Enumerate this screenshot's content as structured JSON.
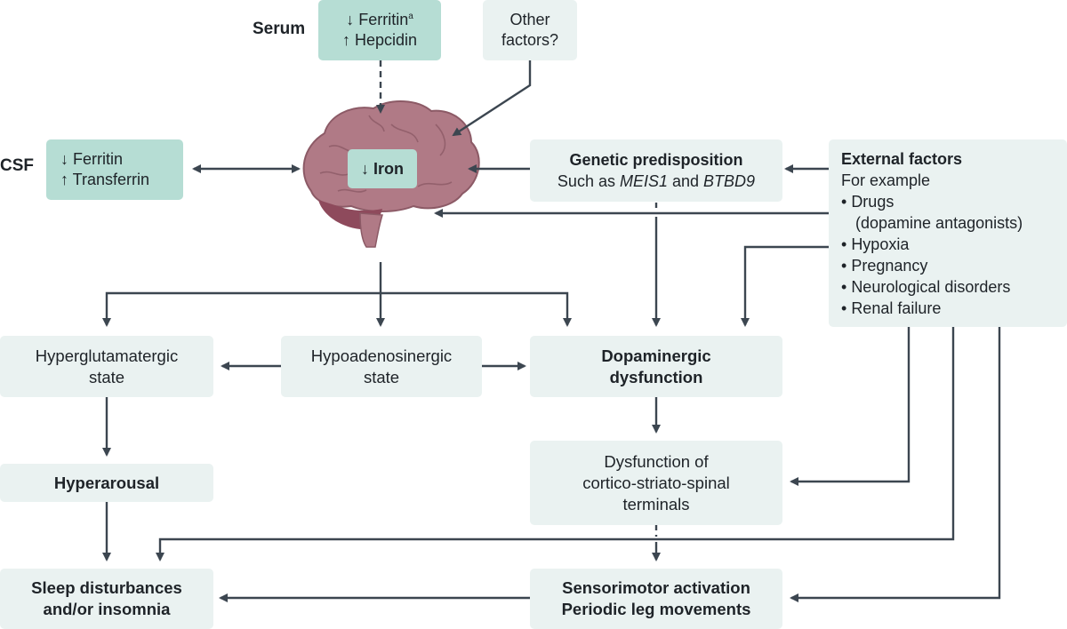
{
  "serum": {
    "label": "Serum",
    "ferritin": "↓ Ferritin",
    "ferritin_note": "a",
    "hepcidin": "↑ Hepcidin"
  },
  "other_factors": {
    "line1": "Other",
    "line2": "factors?"
  },
  "csf": {
    "label": "CSF",
    "ferritin": "↓ Ferritin",
    "transferrin": "↑ Transferrin"
  },
  "brain": {
    "iron": "↓ Iron"
  },
  "genetic": {
    "title": "Genetic predisposition",
    "prefix": "Such as ",
    "gene1": "MEIS1",
    "and": " and ",
    "gene2": "BTBD9"
  },
  "external": {
    "title": "External factors",
    "subtitle": "For example",
    "items": [
      "Drugs",
      "(dopamine antagonists)",
      "Hypoxia",
      "Pregnancy",
      "Neurological disorders",
      "Renal failure"
    ]
  },
  "hyperglutamatergic": {
    "line1": "Hyperglutamatergic",
    "line2": "state"
  },
  "hypoadenosinergic": {
    "line1": "Hypoadenosinergic",
    "line2": "state"
  },
  "dopaminergic": {
    "line1": "Dopaminergic",
    "line2": "dysfunction"
  },
  "hyperarousal": {
    "label": "Hyperarousal"
  },
  "cortico": {
    "line1": "Dysfunction of",
    "line2": "cortico-striato-spinal",
    "line3": "terminals"
  },
  "sleep": {
    "line1": "Sleep disturbances",
    "line2": "and/or insomnia"
  },
  "sensorimotor": {
    "line1": "Sensorimotor activation",
    "line2": "Periodic leg movements"
  },
  "colors": {
    "arrow": "#3c4650",
    "box_light": "#eaf2f1",
    "box_teal": "#b6ddd4",
    "brain": "#b07a86"
  }
}
